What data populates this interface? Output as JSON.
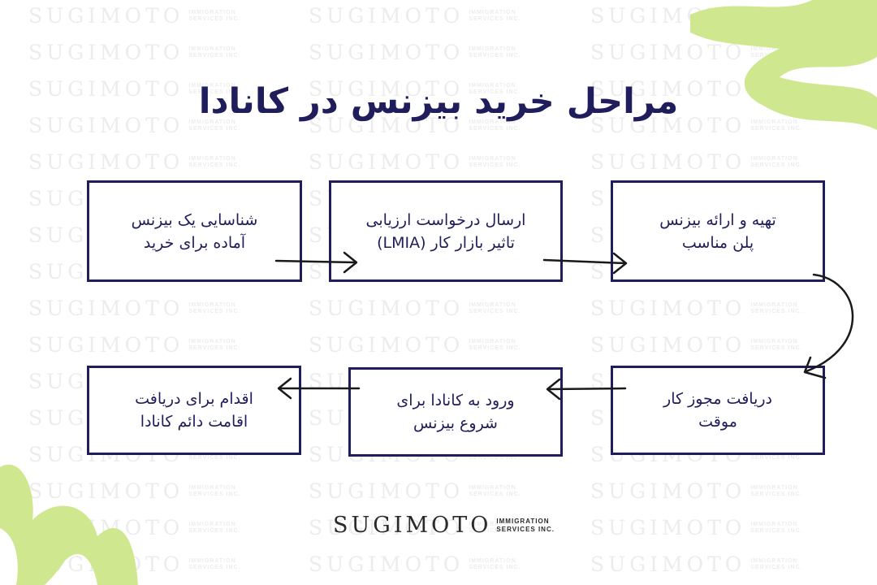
{
  "title": "مراحل خرید بیزنس در کانادا",
  "brand": {
    "name": "SUGIMOTO",
    "sub_line1": "IMMIGRATION",
    "sub_line2": "SERVICES INC."
  },
  "steps": [
    {
      "line1": "تهیه و ارائه بیزنس",
      "line2": "پلن مناسب"
    },
    {
      "line1": "ارسال درخواست ارزیابی",
      "line2": "تاثیر بازار کار (LMIA)"
    },
    {
      "line1": "شناسایی یک بیزنس",
      "line2": "آماده برای خرید"
    },
    {
      "line1": "دریافت مجوز کار",
      "line2": "موقت"
    },
    {
      "line1": "ورود به کانادا برای",
      "line2": "شروع بیزنس"
    },
    {
      "line1": "اقدام برای دریافت",
      "line2": "اقامت دائم کانادا"
    }
  ],
  "colors": {
    "navy": "#1f1d5c",
    "accent_green": "#cfe88f",
    "watermark": "#ececec"
  }
}
